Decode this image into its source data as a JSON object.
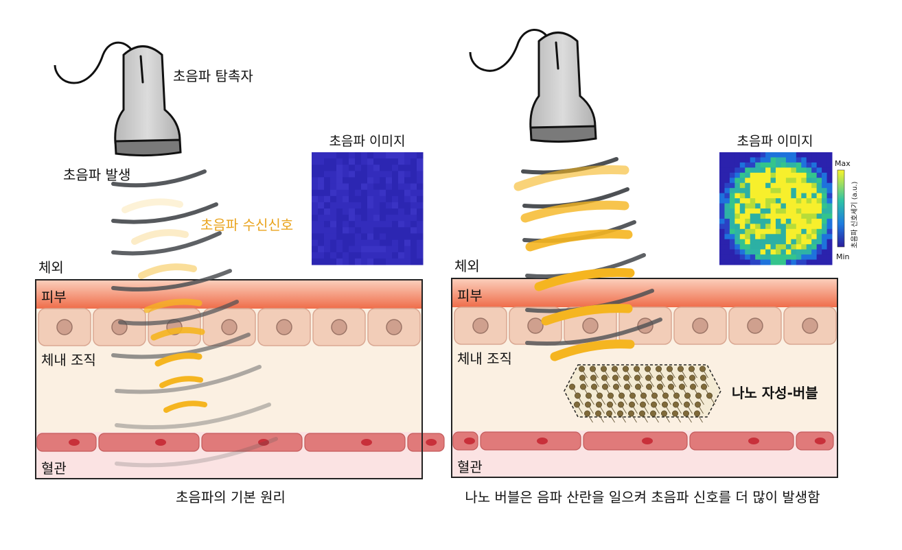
{
  "left": {
    "probe_label": "초음파 탐촉자",
    "emission_label": "초음파 발생",
    "received_label": "초음파 수신신호",
    "image_title": "초음파 이미지",
    "outside_label": "체외",
    "skin_label": "피부",
    "tissue_label": "체내 조직",
    "vessel_label": "혈관",
    "caption": "초음파의 기본 원리"
  },
  "right": {
    "image_title": "초음파 이미지",
    "outside_label": "체외",
    "skin_label": "피부",
    "tissue_label": "체내 조직",
    "vessel_label": "혈관",
    "bubble_label": "나노 자성-버블",
    "colorbar_max": "Max",
    "colorbar_min": "Min",
    "colorbar_label": "초음파  신호세기 (a.u.)",
    "caption": "나노 버블은 음파 산란을 일으켜 초음파 신호를 더 많이 발생함"
  },
  "colors": {
    "skin_top": "#f9b49a",
    "skin_bottom": "#f0704d",
    "cell": "#f2cdb8",
    "tissue": "#fbf0e2",
    "vessel": "#e07a7a",
    "vessel_bg": "#fbe3e3",
    "wave_dark": "#4d5054",
    "wave_orange": "#f5b520",
    "label_orange": "#e9a31c",
    "bubble": "#7f6a3a",
    "image_blue": "#2f28b8"
  }
}
